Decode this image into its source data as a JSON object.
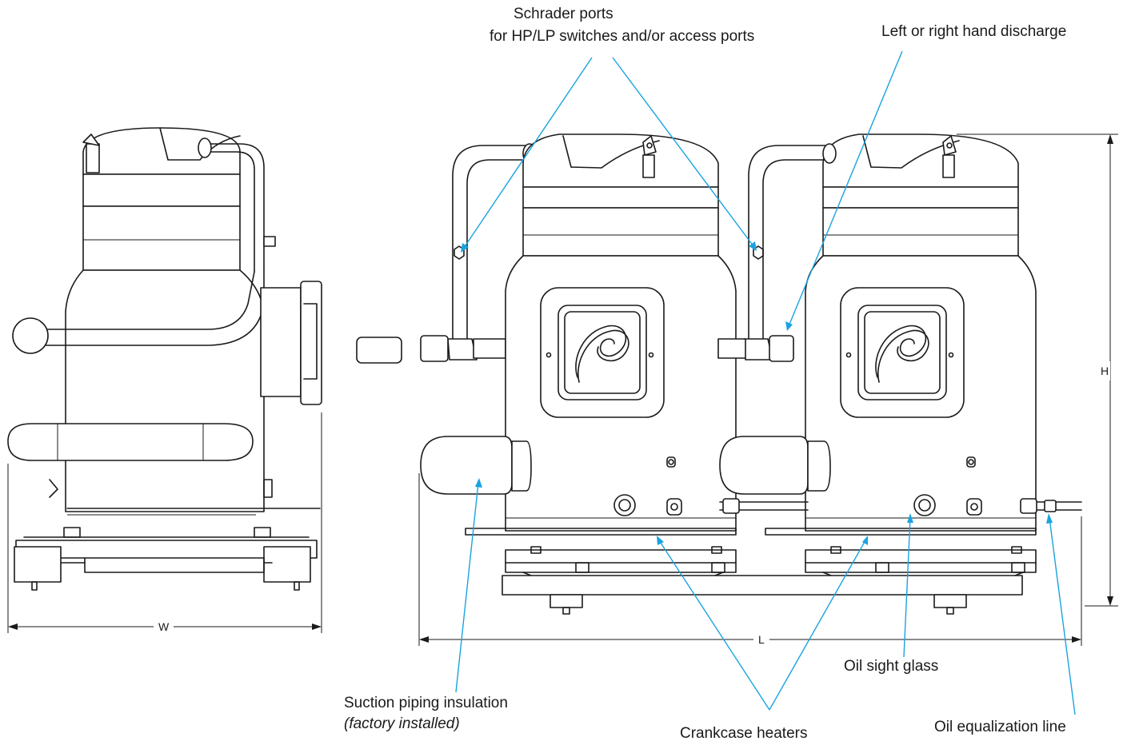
{
  "labels": {
    "schrader_line1": "Schrader ports",
    "schrader_line2": "for HP/LP switches and/or access ports",
    "discharge": "Left or right hand discharge",
    "suction_line1": "Suction piping insulation",
    "suction_line2": "(factory installed)",
    "crankcase": "Crankcase heaters",
    "sight_glass": "Oil sight glass",
    "oil_line": "Oil equalization line"
  },
  "dimensions": {
    "width": "W",
    "length": "L",
    "height": "H"
  },
  "colors": {
    "leader": "#1aa3e0",
    "drawing": "#1a1a1a"
  }
}
